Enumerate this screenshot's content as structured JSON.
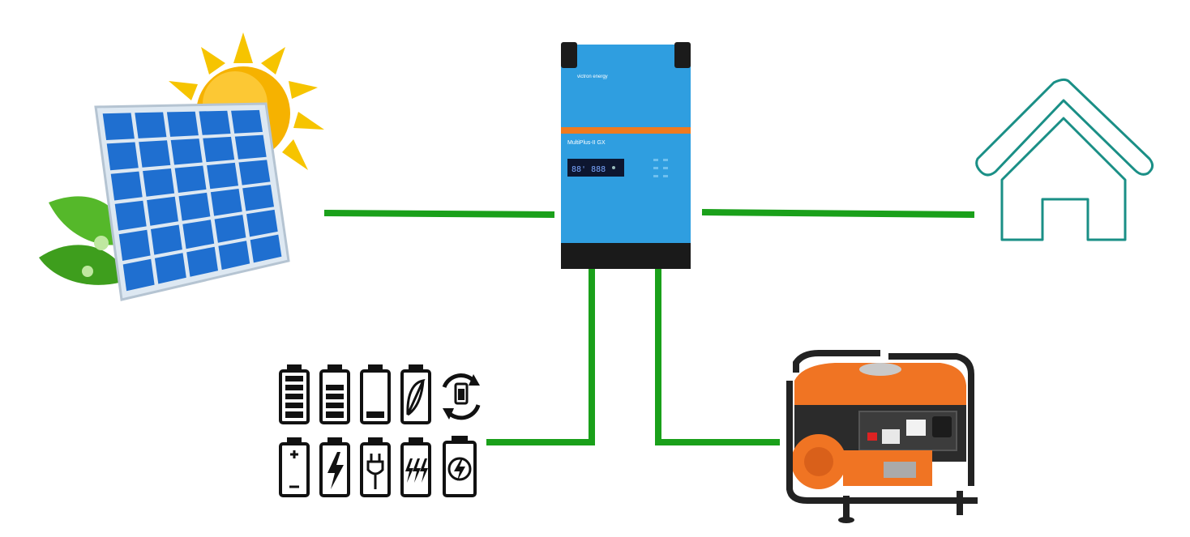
{
  "colors": {
    "wire": "#1aa01a",
    "inverter_body": "#2f9ee0",
    "inverter_stripe": "#f07a1e",
    "house_outline": "#1a8f86",
    "panel_cell": "#1f6fd0",
    "sun": "#f6b200",
    "leaf": "#55b82a",
    "generator_orange": "#f07423",
    "generator_frame": "#222222",
    "battery_icon": "#111111"
  },
  "inverter": {
    "brand": "victron energy",
    "model": "MultiPlus-II GX",
    "lcd": "88'  888"
  },
  "icons": {
    "solar": "solar-panel-with-sun-and-leaves",
    "inverter": "inverter-charger",
    "house": "house-outline-icon",
    "battery_set": "battery-icons-grid",
    "generator": "portable-generator"
  }
}
